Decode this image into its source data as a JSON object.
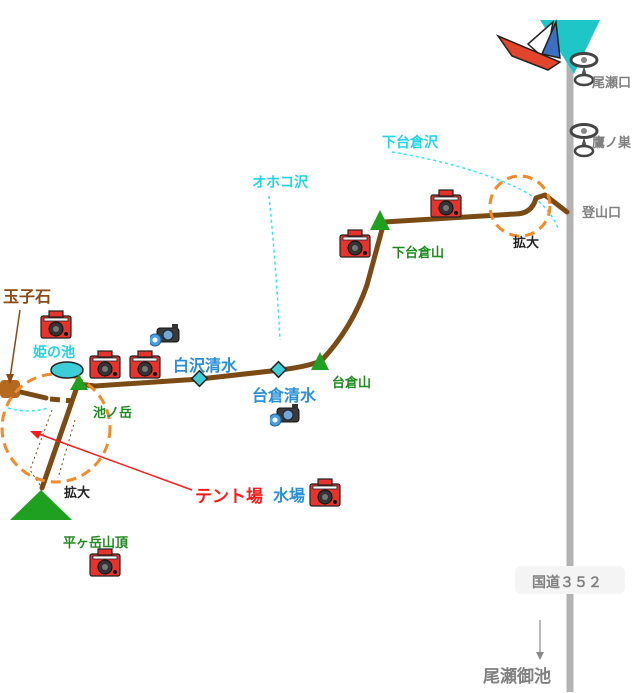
{
  "colors": {
    "trail": "#7a4b15",
    "road": "#b3b3b3",
    "peak": "#20a020",
    "creek": "#33e6f0",
    "zoom_circle": "#f08a2a",
    "camera": "#e8322c",
    "water_marker": "#3ccdd6",
    "tent_arrow": "#ff1a1a"
  },
  "icons": {
    "camera": "camera-icon",
    "photo": "photo-camera-icon",
    "bus_stop": "bus-stop-icon",
    "boat": "boat-icon",
    "peak": "peak-triangle-icon",
    "water": "water-source-icon"
  },
  "labels": {
    "tamagoishi": "玉子石",
    "himenoike": "姫の池",
    "ikenodake": "池ノ岳",
    "kakudai_left": "拡大",
    "hiragatake_summit": "平ヶ岳山頂",
    "tentjo": "テント場",
    "mizuba": "水場",
    "shirasawa_shimizu": "白沢清水",
    "daikura_shimizu": "台倉清水",
    "daikurayama": "台倉山",
    "ohokozawa": "オホコ沢",
    "shimodaikurayama": "下台倉山",
    "shimodaikurazawa": "下台倉沢",
    "kakudai_right": "拡大",
    "ozeguchi": "尾瀬口",
    "takanosu": "鷹ノ巣",
    "tozanguchi": "登山口",
    "route352": "国道３５２",
    "ozemiike": "尾瀬御池"
  }
}
